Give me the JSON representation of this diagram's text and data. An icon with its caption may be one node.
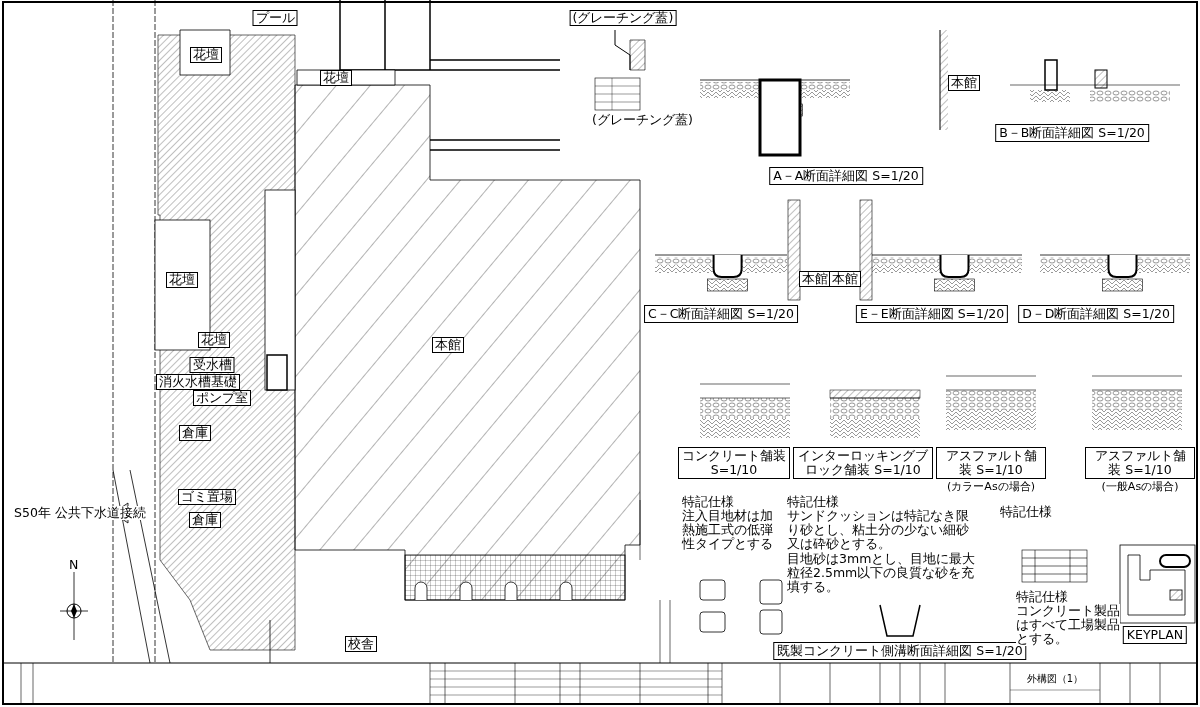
{
  "diagram": {
    "title": "外構図（1）",
    "nodes": [
      {
        "text": [
          "プール"
        ]
      },
      {
        "text": [
          "花壇"
        ]
      },
      {
        "text": [
          "花壇"
        ]
      },
      {
        "text": [
          "花壇"
        ]
      },
      {
        "text": [
          "花壇"
        ]
      },
      {
        "text": [
          "本館"
        ]
      },
      {
        "text": [
          "受水槽"
        ]
      },
      {
        "text": [
          "消火水槽基礎"
        ]
      },
      {
        "text": [
          "ポンプ室"
        ]
      },
      {
        "text": [
          "倉庫"
        ]
      },
      {
        "text": [
          "ゴミ置場"
        ]
      },
      {
        "text": [
          "倉庫"
        ]
      },
      {
        "text": [
          "校舎"
        ]
      },
      {
        "text": [
          "(グレーチング蓋)"
        ]
      },
      {
        "text": [
          "A－A断面詳細図 S=1/20"
        ]
      },
      {
        "text": [
          "本館"
        ]
      },
      {
        "text": [
          "B－B断面詳細図 S=1/20"
        ]
      },
      {
        "text": [
          "本館"
        ]
      },
      {
        "text": [
          "本館"
        ]
      },
      {
        "text": [
          "C－C断面詳細図 S=1/20"
        ]
      },
      {
        "text": [
          "E－E断面詳細図 S=1/20"
        ]
      },
      {
        "text": [
          "D－D断面詳細図 S=1/20"
        ]
      },
      {
        "text": [
          "コンクリート舗装 S=1/10"
        ]
      },
      {
        "text": [
          "インターロッキングブロック舗装 S=1/10"
        ]
      },
      {
        "text": [
          "アスファルト舗装 S=1/10"
        ],
        "beside": [
          "(カラーAsの場合)"
        ]
      },
      {
        "text": [
          "アスファルト舗装 S=1/10"
        ],
        "beside": [
          "(一般Asの場合)"
        ]
      },
      {
        "text": [
          "既製コンクリート側溝断面詳細図 S=1/20"
        ]
      },
      {
        "text": [
          "KEYPLAN"
        ]
      }
    ],
    "labels": [
      "(グレーチング蓋)",
      "S50年 公共下水道接続",
      "N",
      "特記仕様",
      "注入目地材は加熱施工式の低弾性タイプとする",
      "特記仕様",
      "サンドクッションは特記なき限り砂とし、粘土分の少ない細砂又は砕砂とする。",
      "目地砂は3mmとし、目地に最大粒径2.5mm以下の良質な砂を充填する。",
      "特記仕様",
      "特記仕様",
      "コンクリート製品はすべて工場製品とする。"
    ]
  }
}
